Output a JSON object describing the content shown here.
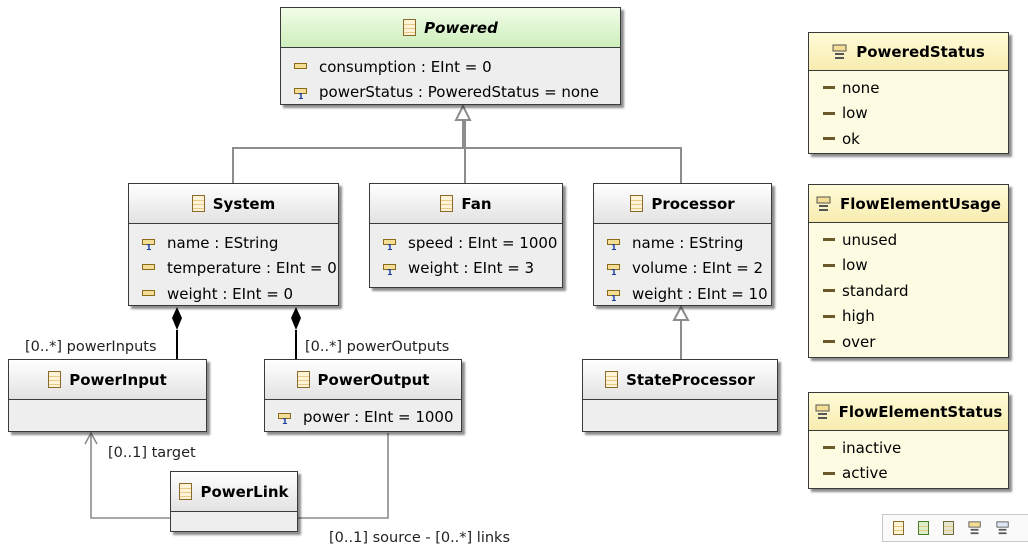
{
  "classes": {
    "powered": {
      "name": "Powered",
      "attrs": [
        "consumption : EInt = 0",
        "powerStatus : PoweredStatus = none"
      ]
    },
    "system": {
      "name": "System",
      "attrs": [
        "name : EString",
        "temperature : EInt = 0",
        "weight : EInt = 0"
      ]
    },
    "fan": {
      "name": "Fan",
      "attrs": [
        "speed : EInt = 1000",
        "weight : EInt = 3"
      ]
    },
    "processor": {
      "name": "Processor",
      "attrs": [
        "name : EString",
        "volume : EInt = 2",
        "weight : EInt = 10"
      ]
    },
    "power_input": {
      "name": "PowerInput"
    },
    "power_output": {
      "name": "PowerOutput",
      "attrs": [
        "power : EInt = 1000"
      ]
    },
    "state_processor": {
      "name": "StateProcessor"
    },
    "power_link": {
      "name": "PowerLink"
    }
  },
  "enums": {
    "powered_status": {
      "name": "PoweredStatus",
      "literals": [
        "none",
        "low",
        "ok"
      ]
    },
    "flow_element_usage": {
      "name": "FlowElementUsage",
      "literals": [
        "unused",
        "low",
        "standard",
        "high",
        "over"
      ]
    },
    "flow_element_status": {
      "name": "FlowElementStatus",
      "literals": [
        "inactive",
        "active"
      ]
    }
  },
  "edge_labels": {
    "power_inputs": "[0..*] powerInputs",
    "power_outputs": "[0..*] powerOutputs",
    "target": "[0..1] target",
    "links": "[0..1] source - [0..*] links"
  }
}
